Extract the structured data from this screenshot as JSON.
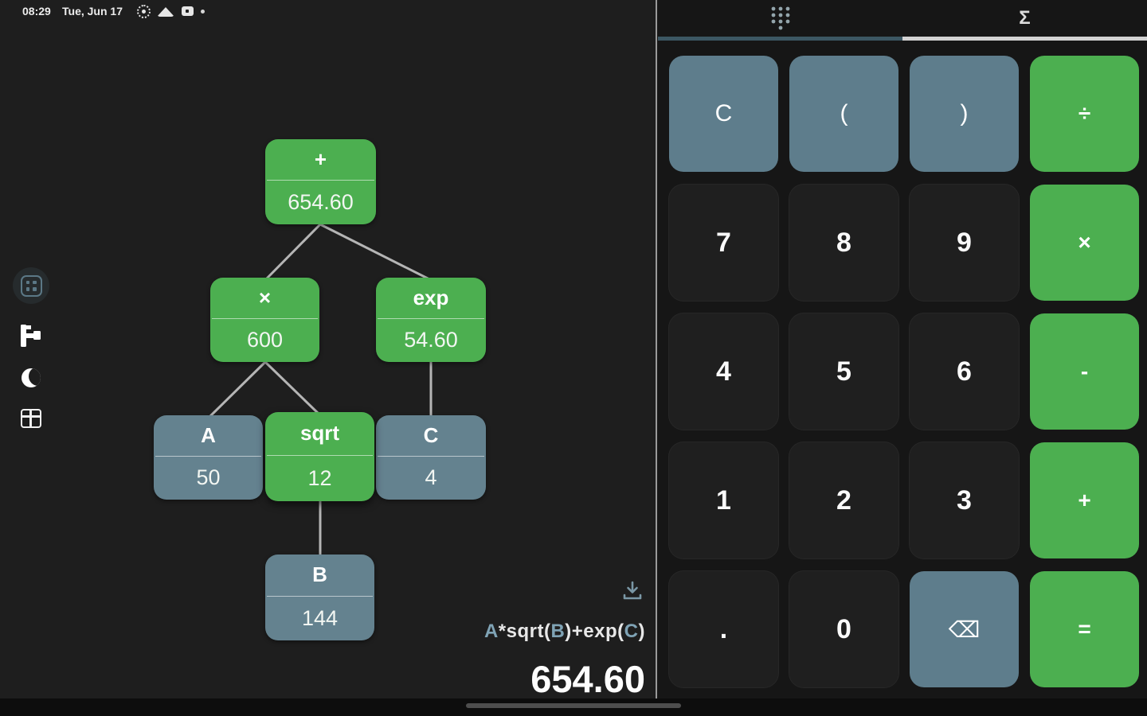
{
  "status_bar": {
    "time": "08:29",
    "date": "Tue, Jun 17",
    "left_icons": [
      "screen-record-icon",
      "cloud-icon",
      "sim-icon",
      "notification-dot"
    ],
    "right_icons": [
      "network-icon",
      "battery-icon"
    ]
  },
  "sidebar": {
    "items": [
      {
        "icon": "grid-keypad-icon",
        "selected": true
      },
      {
        "icon": "tree-view-icon",
        "selected": false
      },
      {
        "icon": "dark-mode-moon-icon",
        "selected": false
      },
      {
        "icon": "table-view-icon",
        "selected": false
      }
    ]
  },
  "tree": {
    "nodes": [
      {
        "label": "+",
        "value": "654.60",
        "kind": "operator",
        "color": "green"
      },
      {
        "label": "×",
        "value": "600",
        "kind": "operator",
        "color": "green"
      },
      {
        "label": "exp",
        "value": "54.60",
        "kind": "function",
        "color": "green"
      },
      {
        "label": "A",
        "value": "50",
        "kind": "variable",
        "color": "slate"
      },
      {
        "label": "sqrt",
        "value": "12",
        "kind": "function",
        "color": "green"
      },
      {
        "label": "C",
        "value": "4",
        "kind": "variable",
        "color": "slate"
      },
      {
        "label": "B",
        "value": "144",
        "kind": "variable",
        "color": "slate"
      }
    ],
    "edges": [
      {
        "from": "+",
        "to": "×"
      },
      {
        "from": "+",
        "to": "exp"
      },
      {
        "from": "×",
        "to": "A"
      },
      {
        "from": "×",
        "to": "sqrt"
      },
      {
        "from": "exp",
        "to": "C"
      },
      {
        "from": "sqrt",
        "to": "B"
      }
    ]
  },
  "display": {
    "expression": {
      "parts": [
        {
          "text": "A",
          "type": "variable"
        },
        {
          "text": "*sqrt(",
          "type": "plain"
        },
        {
          "text": "B",
          "type": "variable"
        },
        {
          "text": ")+exp(",
          "type": "plain"
        },
        {
          "text": "C",
          "type": "variable"
        },
        {
          "text": ")",
          "type": "plain"
        }
      ]
    },
    "result": "654.60",
    "export_icon": "download-icon"
  },
  "keypad": {
    "tabs": [
      {
        "icon": "dialpad-icon",
        "active": true,
        "glyph": ""
      },
      {
        "icon": "sigma-icon",
        "active": false,
        "glyph": "Σ"
      }
    ],
    "rows": [
      [
        "C",
        "(",
        ")",
        "÷"
      ],
      [
        "7",
        "8",
        "9",
        "×"
      ],
      [
        "4",
        "5",
        "6",
        "-"
      ],
      [
        "1",
        "2",
        "3",
        "+"
      ],
      [
        ".",
        "0",
        "⌫",
        "="
      ]
    ]
  },
  "colors": {
    "accent_green": "#4caf50",
    "accent_slate": "#607d8b",
    "dark_key": "#1f1f1f",
    "left_bg": "#1e1e1e",
    "right_bg": "#161616",
    "variable_text": "#7fa3b5"
  }
}
